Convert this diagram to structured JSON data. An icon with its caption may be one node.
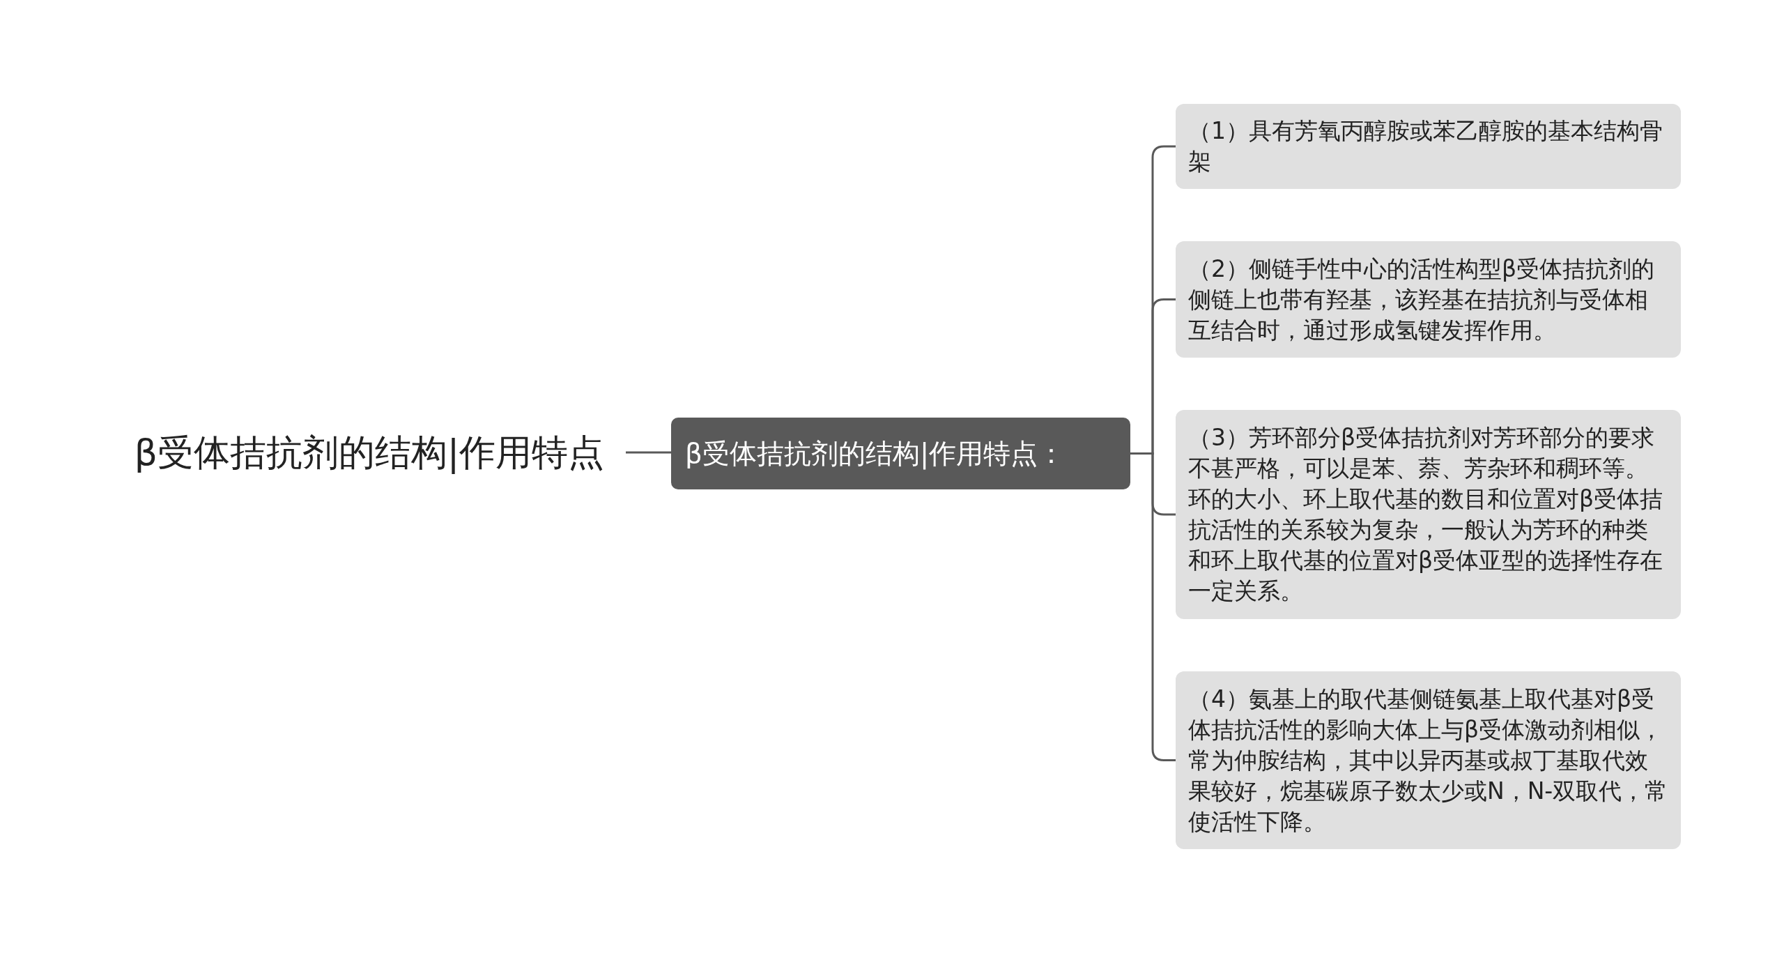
{
  "diagram": {
    "nodes": [
      {
        "text": [
          "β受体拮抗剂的结构|作用特点"
        ]
      },
      {
        "text": [
          "β受体拮抗剂的结构|作用特点："
        ]
      },
      {
        "text": [
          "（1）具有芳氧丙醇胺或苯乙醇胺的基本结构骨架"
        ]
      },
      {
        "text": [
          "（2）侧链手性中心的活性构型β受体拮抗剂的侧链上也带有羟基，该羟基在拮抗剂与受体相互结合时，通过形成氢键发挥作用。"
        ]
      },
      {
        "text": [
          "（3）芳环部分β受体拮抗剂对芳环部分的要求不甚严格，可以是苯、萘、芳杂环和稠环等。环的大小、环上取代基的数目和位置对β受体拮抗活性的关系较为复杂，一般认为芳环的种类和环上取代基的位置对β受体亚型的选择性存在一定关系。"
        ]
      },
      {
        "text": [
          "（4）氨基上的取代基侧链氨基上取代基对β受体拮抗活性的影响大体上与β受体激动剂相似，常为仲胺结构，其中以异丙基或叔丁基取代效果较好，烷基碳原子数太少或N，N-双取代，常使活性下降。"
        ]
      }
    ],
    "edges": [
      {
        "from": 0,
        "to": 1,
        "arrow": "none"
      },
      {
        "from": 1,
        "to": 2,
        "arrow": "none"
      },
      {
        "from": 1,
        "to": 3,
        "arrow": "none"
      },
      {
        "from": 1,
        "to": 4,
        "arrow": "none"
      },
      {
        "from": 1,
        "to": 5,
        "arrow": "none"
      }
    ]
  }
}
